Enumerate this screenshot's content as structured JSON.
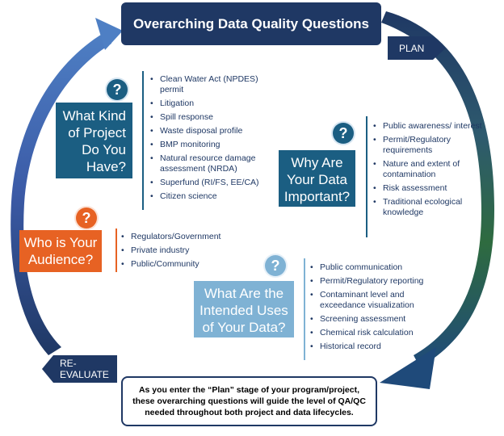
{
  "header": {
    "title": "Overarching Data Quality Questions"
  },
  "tags": {
    "plan": "PLAN",
    "reevaluate": "RE-EVALUATE"
  },
  "sections": [
    {
      "icon": "question-icon",
      "question_lines": [
        "What Kind",
        "of Project",
        "Do You",
        "Have?"
      ],
      "items": [
        "Clean Water Act (NPDES) permit",
        "Litigation",
        "Spill response",
        "Waste disposal profile",
        "BMP monitoring",
        "Natural resource damage assessment (NRDA)",
        "Superfund (RI/FS, EE/CA)",
        "Citizen science"
      ]
    },
    {
      "icon": "question-icon",
      "question_lines": [
        "Why Are",
        "Your Data",
        "Important?"
      ],
      "items": [
        "Public awareness/ interest",
        "Permit/Regulatory requirements",
        "Nature and extent of contamination",
        "Risk assessment",
        "Traditional ecological knowledge"
      ]
    },
    {
      "icon": "question-icon",
      "question_lines": [
        "Who is Your",
        "Audience?"
      ],
      "items": [
        "Regulators/Government",
        "Private industry",
        "Public/Community"
      ]
    },
    {
      "icon": "question-icon",
      "question_lines": [
        "What Are the",
        "Intended Uses",
        "of Your Data?"
      ],
      "items": [
        "Public communication",
        "Permit/Regulatory reporting",
        "Contaminant level and exceedance visualization",
        "Screening assessment",
        "Chemical risk calculation",
        "Historical record"
      ]
    }
  ],
  "footer": {
    "text": "As you enter the “Plan” stage of your program/project, these overarching questions will guide the level of QA/QC needed throughout both project and data lifecycles."
  },
  "colors": {
    "navy": "#1f3864",
    "teal": "#1b5e82",
    "orange": "#e76223",
    "light_blue": "#7fb2d4",
    "arrow_green": "#2e6b3f"
  }
}
